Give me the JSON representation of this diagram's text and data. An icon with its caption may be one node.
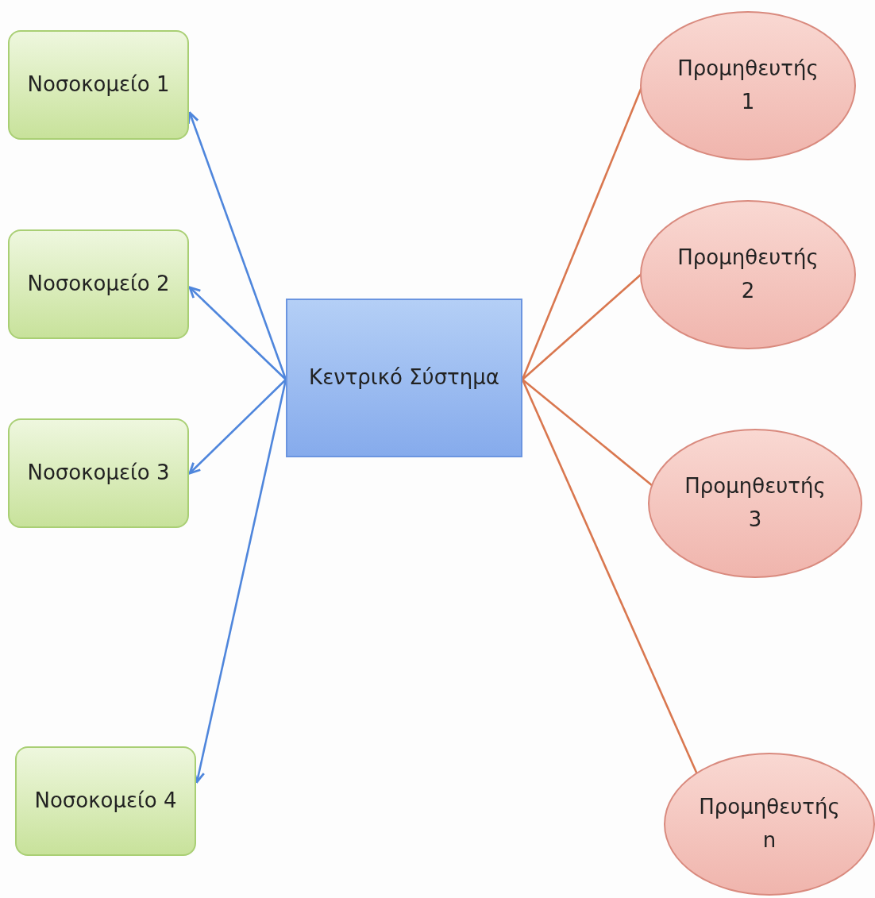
{
  "diagram": {
    "nodes": [
      {
        "text": [
          "Νοσοκομείο 1"
        ]
      },
      {
        "text": [
          "Νοσοκομείο 2"
        ]
      },
      {
        "text": [
          "Νοσοκομείο 3"
        ]
      },
      {
        "text": [
          "Νοσοκομείο 4"
        ]
      },
      {
        "text": [
          "Κεντρικό Σύστημα"
        ]
      },
      {
        "text": [
          "Προμηθευτής 1"
        ]
      },
      {
        "text": [
          "Προμηθευτής 2"
        ]
      },
      {
        "text": [
          "Προμηθευτής 3"
        ]
      },
      {
        "text": [
          "Προμηθευτής n"
        ]
      }
    ],
    "edges": [
      {
        "from": 4,
        "to": 0,
        "arrow": "to",
        "color": "#4f86dc"
      },
      {
        "from": 4,
        "to": 1,
        "arrow": "to",
        "color": "#4f86dc"
      },
      {
        "from": 4,
        "to": 2,
        "arrow": "to",
        "color": "#4f86dc"
      },
      {
        "from": 4,
        "to": 3,
        "arrow": "to",
        "color": "#4f86dc"
      },
      {
        "from": 4,
        "to": 5,
        "arrow": "none",
        "color": "#d9774f"
      },
      {
        "from": 4,
        "to": 6,
        "arrow": "none",
        "color": "#d9774f"
      },
      {
        "from": 4,
        "to": 7,
        "arrow": "none",
        "color": "#d9774f"
      },
      {
        "from": 4,
        "to": 8,
        "arrow": "none",
        "color": "#d9774f"
      }
    ]
  }
}
